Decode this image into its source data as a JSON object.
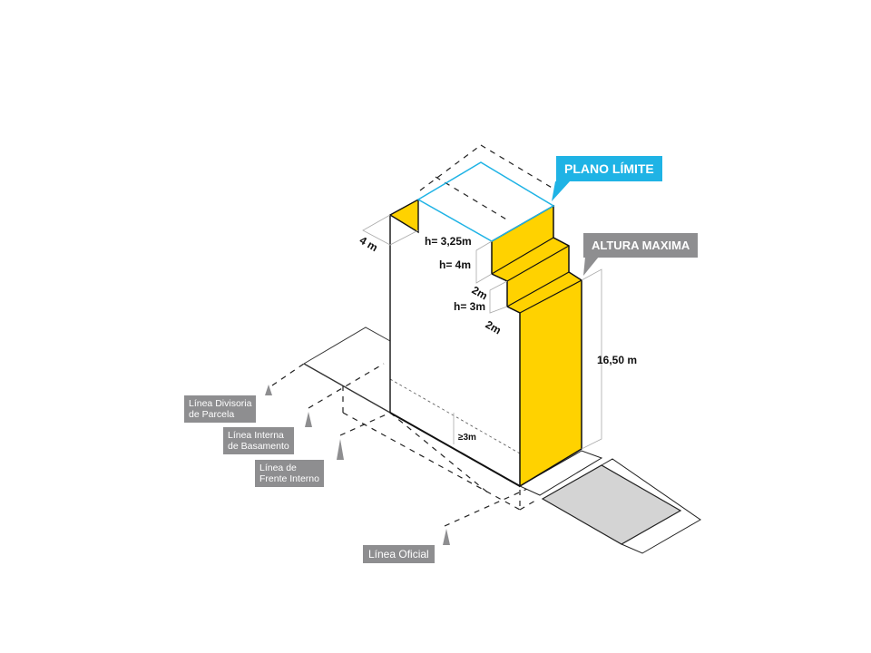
{
  "labels": {
    "plano_limite": "PLANO LÍMITE",
    "altura_maxima": "ALTURA MAXIMA",
    "linea_divisoria": [
      "Línea Divisoria",
      "de Parcela"
    ],
    "linea_interna": [
      "Línea Interna",
      "de Basamento"
    ],
    "linea_frente": [
      "Línea de",
      "Frente Interno"
    ],
    "linea_oficial": "Línea Oficial"
  },
  "dimensions": {
    "depth": "4 m",
    "h1": "h= 3,25m",
    "h2": "h= 4m",
    "step1": "2m",
    "h3": "h= 3m",
    "step2": "2m",
    "total_height": "16,50 m",
    "basement": "≥3m"
  },
  "colors": {
    "yellow": "#ffd200",
    "cyan": "#1fb3e5",
    "gray": "#8e8e90",
    "sidewalk": "#d4d4d4"
  }
}
